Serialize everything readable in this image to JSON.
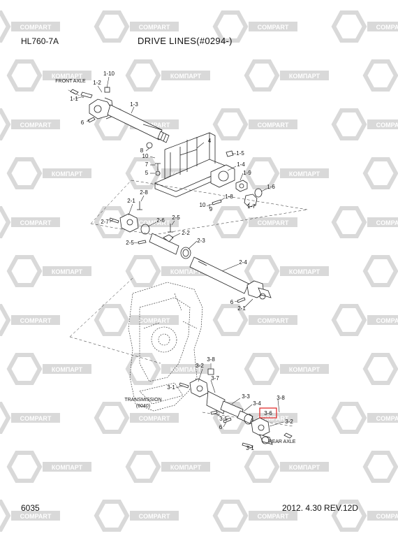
{
  "header": {
    "model": "HL760-7A",
    "title": "DRIVE LINES(#0294-)"
  },
  "footer": {
    "page_number": "6035",
    "date_revision": "2012. 4.30   REV.12D"
  },
  "watermark": {
    "text_latin": "COMPART",
    "text_cyrillic": "КОМПАРТ"
  },
  "annotations": {
    "front_axle": "FRONT AXLE",
    "rear_axle": "REAR AXLE",
    "transmission": "TRANSMISSION",
    "transmission_model": "(6040)"
  },
  "callouts": {
    "c1": "1-10",
    "c2": "1-2",
    "c3": "1-1",
    "c4": "1-3",
    "c5": "6",
    "c6": "4",
    "c7": "8",
    "c8": "10",
    "c9": "7",
    "c10": "5",
    "c11": "1-5",
    "c12": "1-4",
    "c13": "1-9",
    "c14": "1-6",
    "c15": "1-8",
    "c16": "10",
    "c17": "9",
    "c18": "1-7",
    "c19": "2-8",
    "c20": "2-1",
    "c21": "2-7",
    "c22": "2-6",
    "c23": "2-5",
    "c24": "2-2",
    "c25": "2-5",
    "c26": "2-3",
    "c27": "2-4",
    "c28": "6",
    "c29": "2-1",
    "c30": "3-8",
    "c31": "3-2",
    "c32": "3-7",
    "c33": "3-1",
    "c34": "3-3",
    "c35": "3-4",
    "c36": "3-5",
    "c37": "6",
    "c38": "3-8",
    "c39": "3-6",
    "c40": "3-2",
    "c41": "3-1"
  },
  "highlighted_callout": "3-6",
  "colors": {
    "line": "#222222",
    "watermark": "#d9d9d9",
    "highlight": "#e02020"
  }
}
